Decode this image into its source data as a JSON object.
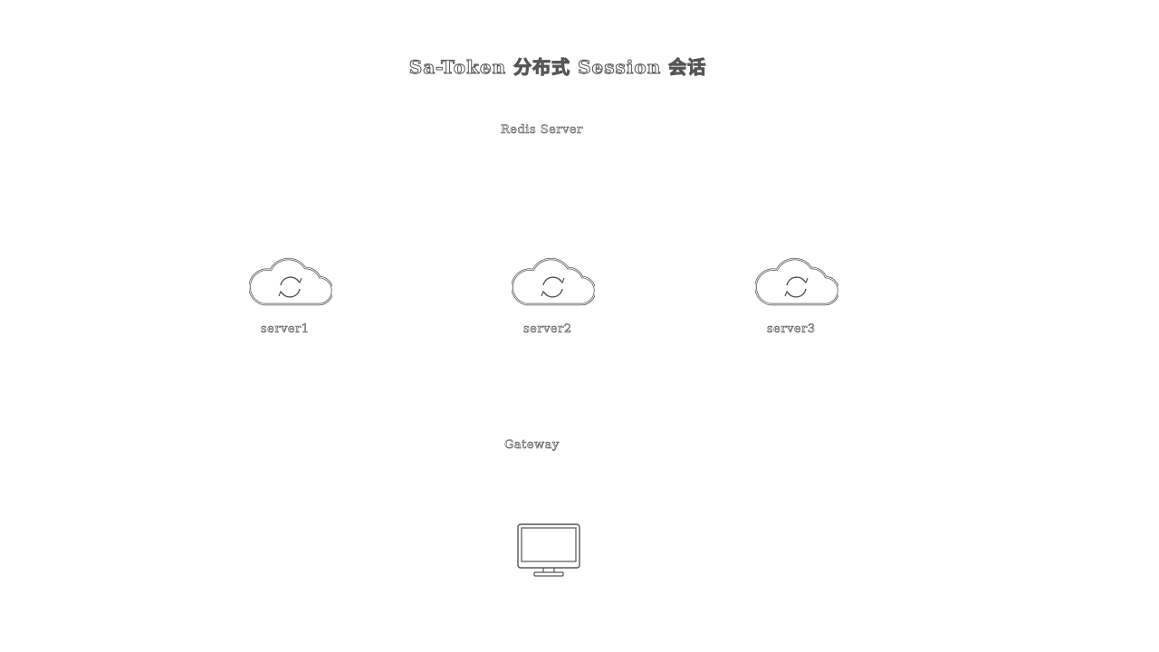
{
  "title": "Sa-Token 分布式 Session 会话",
  "nodes": {
    "redis": {
      "label": "Redis Server"
    },
    "servers": [
      {
        "label": "server1",
        "icon": "cloud-sync-icon"
      },
      {
        "label": "server2",
        "icon": "cloud-sync-icon"
      },
      {
        "label": "server3",
        "icon": "cloud-sync-icon"
      }
    ],
    "gateway": {
      "label": "Gateway"
    },
    "client": {
      "icon": "monitor-icon"
    }
  },
  "colors": {
    "stroke": "#555555",
    "background": "#ffffff"
  }
}
